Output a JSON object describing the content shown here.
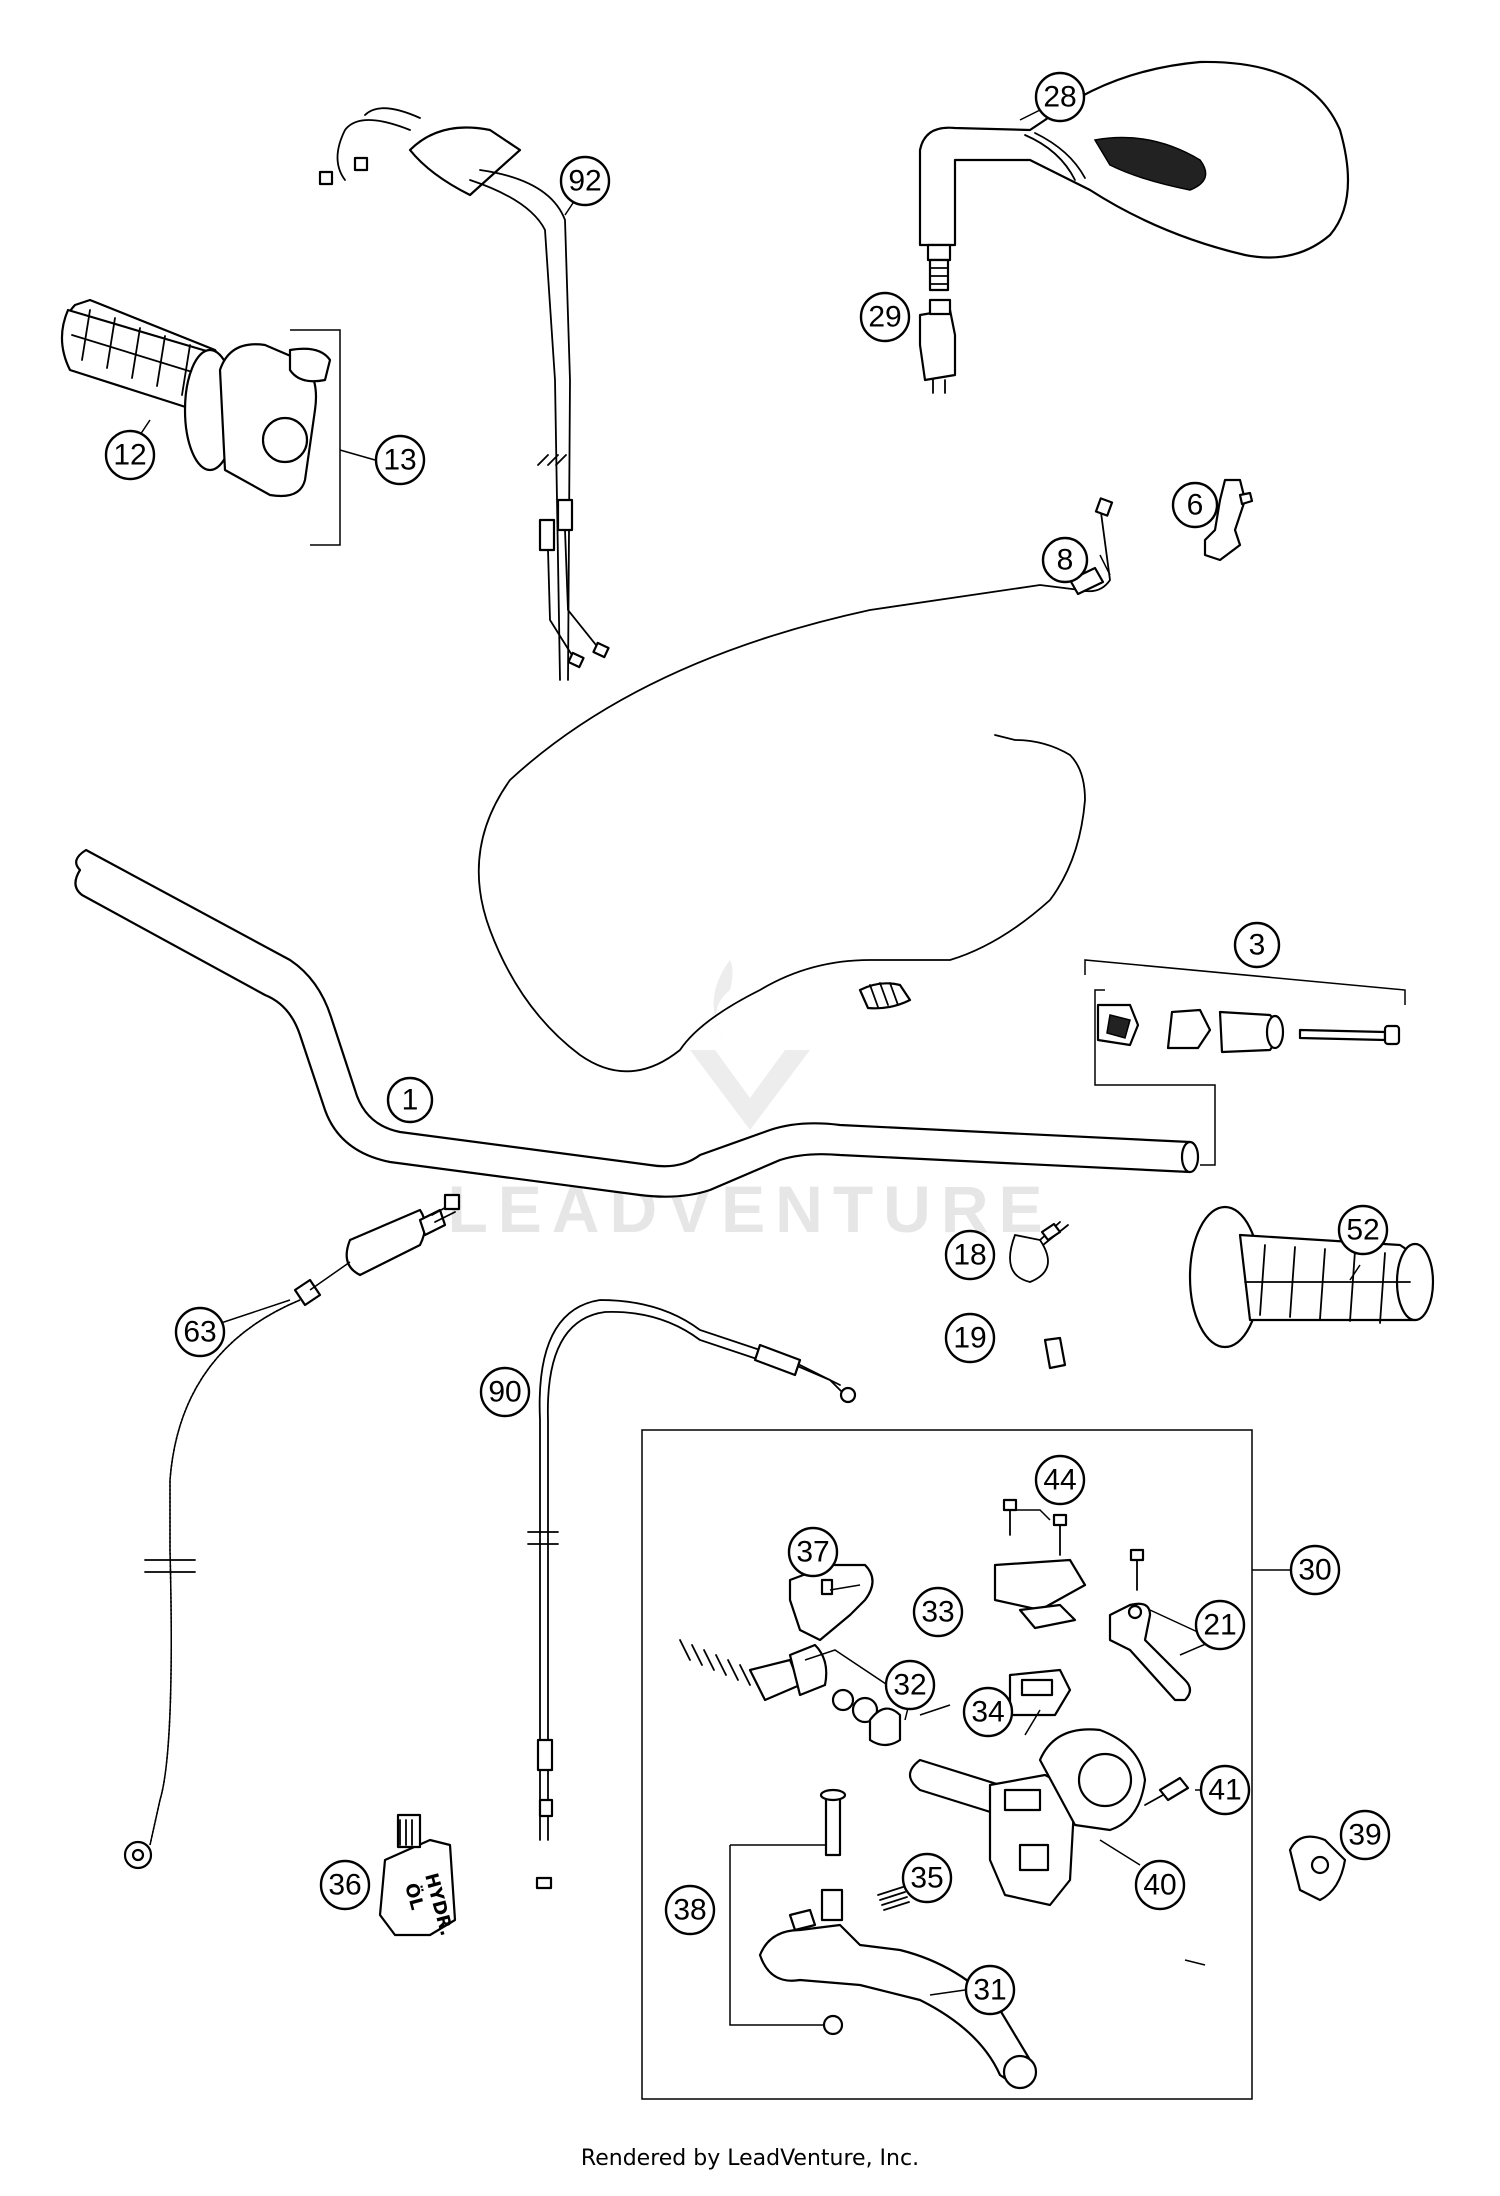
{
  "watermark": "LEADVENTURE",
  "footer": "Rendered by LeadVenture, Inc.",
  "callouts": [
    "1",
    "3",
    "6",
    "8",
    "12",
    "13",
    "18",
    "19",
    "21",
    "28",
    "29",
    "30",
    "31",
    "32",
    "33",
    "34",
    "35",
    "36",
    "37",
    "38",
    "39",
    "40",
    "41",
    "44",
    "52",
    "63",
    "90",
    "92"
  ],
  "bottle_label": [
    "HYDR.",
    "ÖL"
  ],
  "colors": {
    "line": "#000000",
    "background": "#ffffff",
    "watermark": "#e6e6e6"
  }
}
